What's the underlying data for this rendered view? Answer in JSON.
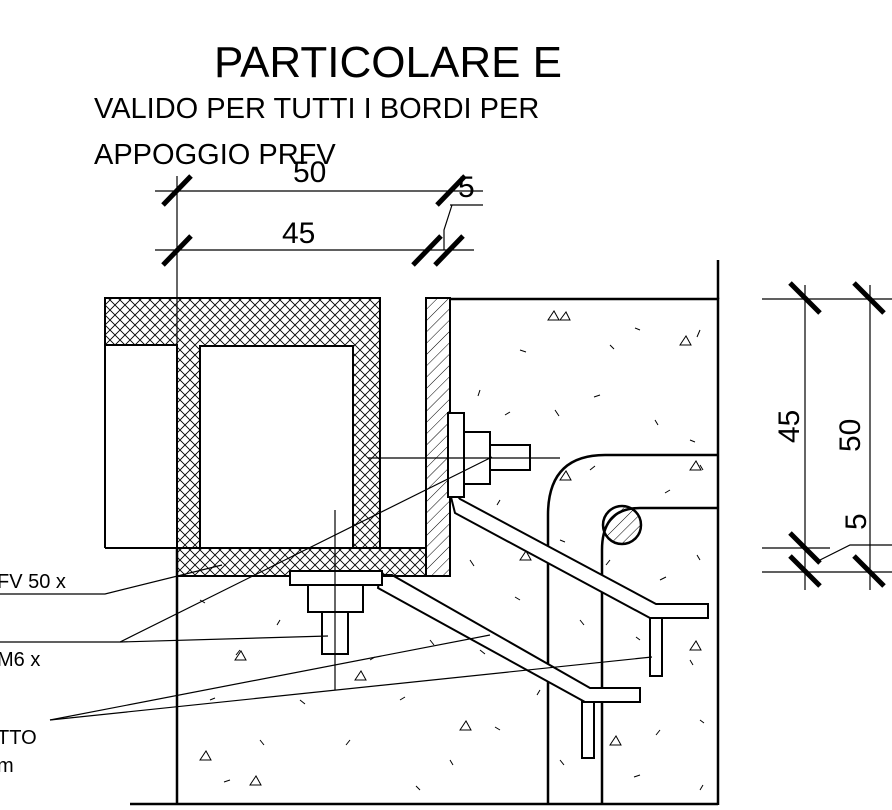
{
  "title": "PARTICOLARE E",
  "subtitle_line1": "VALIDO PER TUTTI I BORDI PER",
  "subtitle_line2": "APPOGGIO PRFV",
  "dims_top": {
    "overall": "50",
    "inner": "45",
    "offset": "5"
  },
  "dims_right": {
    "inner": "45",
    "overall": "50",
    "offset": "5"
  },
  "callouts": [
    "FV 50 x",
    "M6 x",
    "TTO",
    "m"
  ]
}
